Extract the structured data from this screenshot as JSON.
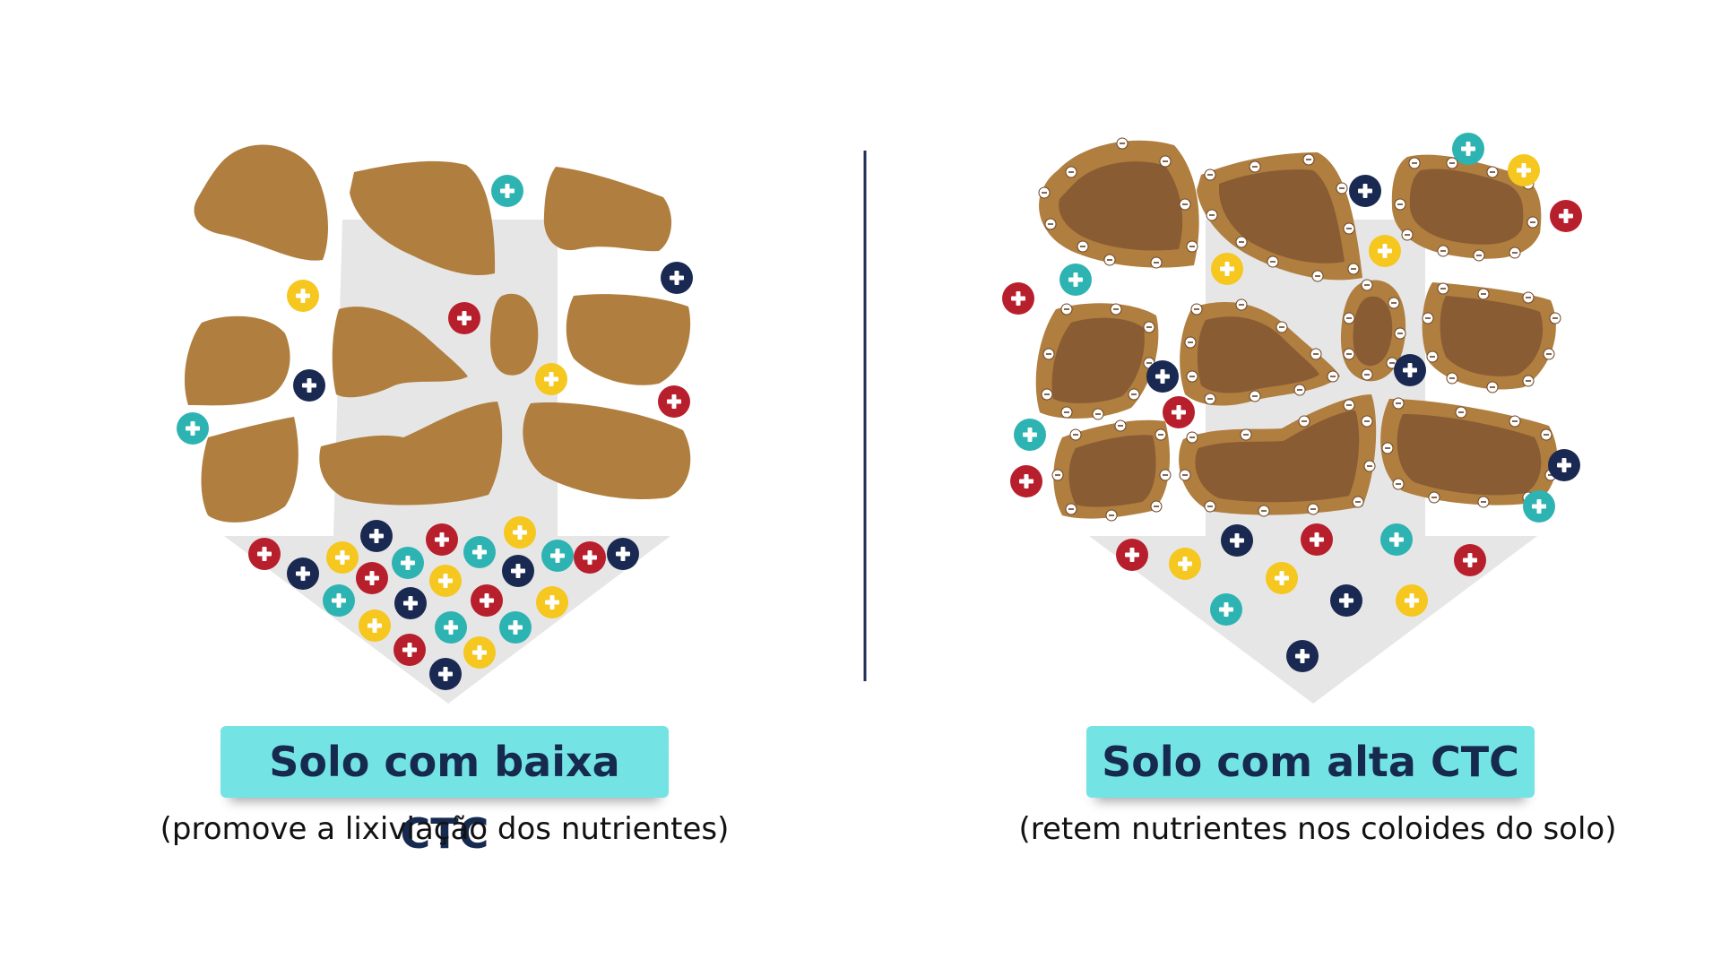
{
  "colors": {
    "particle": "#b07e3f",
    "particle_core": "#8a5c34",
    "arrow": "#e6e6e6",
    "divider": "#1f2d59",
    "label_bg": "#74e3e3",
    "label_text": "#16294f",
    "cation_teal": "#2eb3b3",
    "cation_navy": "#1a2952",
    "cation_yellow": "#f5c71f",
    "cation_red": "#b81f2c"
  },
  "panels": {
    "left": {
      "title": "Solo com baixa CTC",
      "subtitle": "(promove a lixiviação dos nutrientes)"
    },
    "right": {
      "title": "Solo com alta CTC",
      "subtitle": "(retem nutrientes nos coloides do solo)"
    }
  },
  "symbols": {
    "cation_sign": "+",
    "colloid_charge_sign": "-"
  }
}
